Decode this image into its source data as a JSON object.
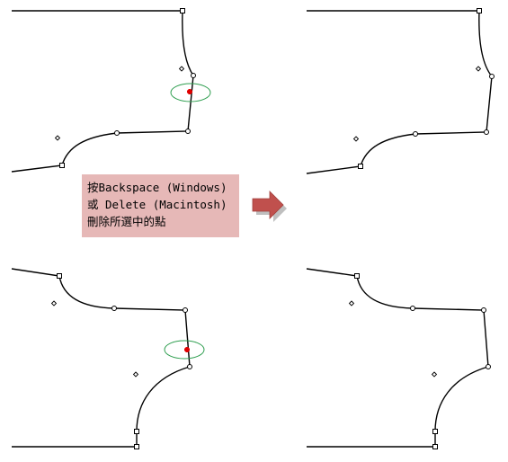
{
  "instruction": {
    "line1": "按Backspace (Windows)",
    "line2": "或 Delete (Macintosh)",
    "line3": "刪除所選中的點"
  },
  "colors": {
    "path": "#000000",
    "selected_point": "#e00000",
    "highlight_ellipse": "#2e9e4f",
    "arrow": "#c0504d",
    "note_background": "#e6b8b7"
  },
  "panels": [
    {
      "name": "top-left",
      "state": "before",
      "selected_point_highlighted": true
    },
    {
      "name": "top-right",
      "state": "after"
    },
    {
      "name": "bottom-left",
      "state": "before",
      "selected_point_highlighted": true
    },
    {
      "name": "bottom-right",
      "state": "after"
    }
  ]
}
